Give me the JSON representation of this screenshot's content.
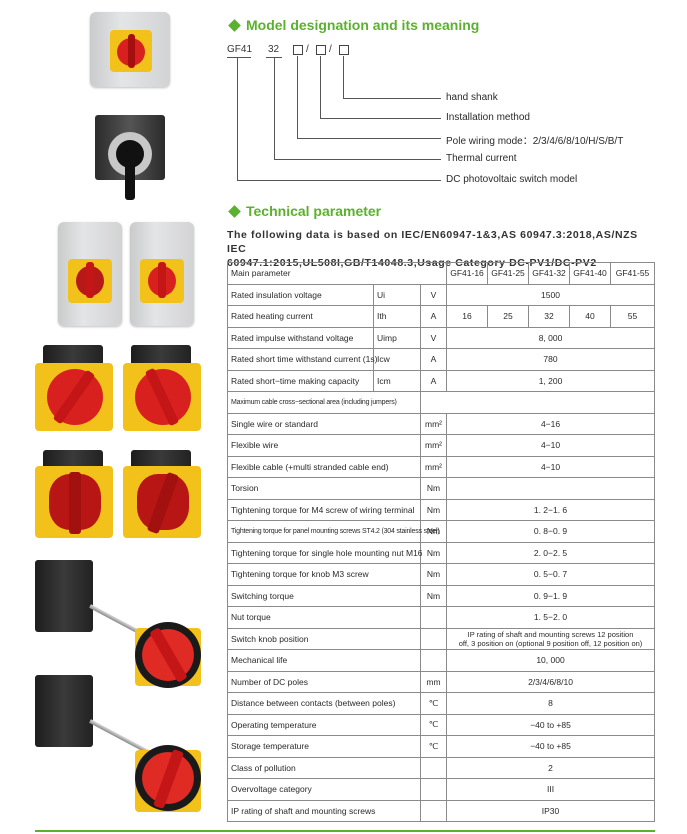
{
  "section1": {
    "title": "Model designation and its meaning"
  },
  "designation": {
    "model": "GF41",
    "current": "32",
    "slash1": "/",
    "slash2": "/",
    "labels": {
      "hand_shank": "hand shank",
      "installation": "Installation method",
      "pole_wiring": "Pole wiring mode：2/3/4/6/8/10/H/S/B/T",
      "thermal": "Thermal current",
      "dc_model": "DC photovoltaic switch model"
    }
  },
  "section2": {
    "title": "Technical parameter"
  },
  "intro": {
    "line1": "The following data is based on IEC/EN60947-1&3,AS 60947.3:2018,AS/NZS IEC",
    "line2": "60947.1:2015,UL508I,GB/T14048.3,Usage Category DC-PV1/DC-PV2"
  },
  "table": {
    "header": {
      "label": "Main parameter",
      "models": [
        "GF41-16",
        "GF41-25",
        "GF41-32",
        "GF41-40",
        "GF41-55"
      ]
    },
    "rows": {
      "insulation": {
        "label": "Rated insulation voltage",
        "sym": "Ui",
        "unit": "V",
        "value": "1500"
      },
      "heating": {
        "label": "Rated heating current",
        "sym": "Ith",
        "unit": "A",
        "values": [
          "16",
          "25",
          "32",
          "40",
          "55"
        ]
      },
      "impulse": {
        "label": "Rated impulse withstand voltage",
        "sym": "Uimp",
        "unit": "V",
        "value": "8, 000"
      },
      "short_withstand": {
        "label": "Rated short time withstand current (1s)",
        "sym": "Icw",
        "unit": "A",
        "value": "780"
      },
      "short_making": {
        "label": "Rated short−time making capacity",
        "sym": "Icm",
        "unit": "A",
        "value": "1, 200"
      },
      "max_cable": {
        "label": "Maximum cable cross−sectional area (including jumpers)"
      },
      "single_wire": {
        "label": "Single wire or standard",
        "unit": "mm²",
        "value": "4−16"
      },
      "flexible_wire": {
        "label": "Flexible wire",
        "unit": "mm²",
        "value": "4−10"
      },
      "flexible_cable": {
        "label": "Flexible cable (+multi stranded cable end)",
        "unit": "mm²",
        "value": "4−10"
      },
      "torsion": {
        "label": "Torsion",
        "unit": "Nm",
        "value": ""
      },
      "m4": {
        "label": "Tightening torque for M4 screw of wiring terminal",
        "unit": "Nm",
        "value": "1. 2−1. 6"
      },
      "st42": {
        "label": "Tightening torque for panel mounting screws ST4.2 (304 stainless steel)",
        "unit": "Nm",
        "value": "0. 8−0. 9"
      },
      "m16": {
        "label": "Tightening torque for single hole mounting nut M16",
        "unit": "Nm",
        "value": "2. 0−2. 5"
      },
      "m3": {
        "label": "Tightening torque for knob M3 screw",
        "unit": "Nm",
        "value": "0. 5−0. 7"
      },
      "switching": {
        "label": "Switching torque",
        "unit": "Nm",
        "value": "0. 9−1. 9"
      },
      "nut": {
        "label": "Nut torque",
        "value": "1. 5−2. 0"
      },
      "knob_position": {
        "label": "Switch knob position",
        "value_line1": "IP rating of shaft and mounting screws 12 position",
        "value_line2": "off, 3 position on (optional 9 position off, 12 position on)"
      },
      "mech_life": {
        "label": "Mechanical life",
        "value": "10, 000"
      },
      "dc_poles": {
        "label": "Number of DC poles",
        "unit": "mm",
        "value": "2/3/4/6/8/10"
      },
      "distance": {
        "label": "Distance between contacts (between poles)",
        "unit": "℃",
        "value": "8"
      },
      "op_temp": {
        "label": "Operating temperature",
        "unit": "℃",
        "value": "−40 to +85"
      },
      "storage_temp": {
        "label": "Storage temperature",
        "unit": "℃",
        "value": "−40 to +85"
      },
      "pollution": {
        "label": "Class of pollution",
        "value": "2"
      },
      "overvoltage": {
        "label": "Overvoltage category",
        "value": "III"
      },
      "ip_rating": {
        "label": "IP rating of shaft and mounting screws",
        "value": "IP30"
      }
    }
  },
  "colors": {
    "accent_green": "#5bb12e",
    "knob_red": "#d8201f",
    "plate_yellow": "#f2c21a"
  }
}
